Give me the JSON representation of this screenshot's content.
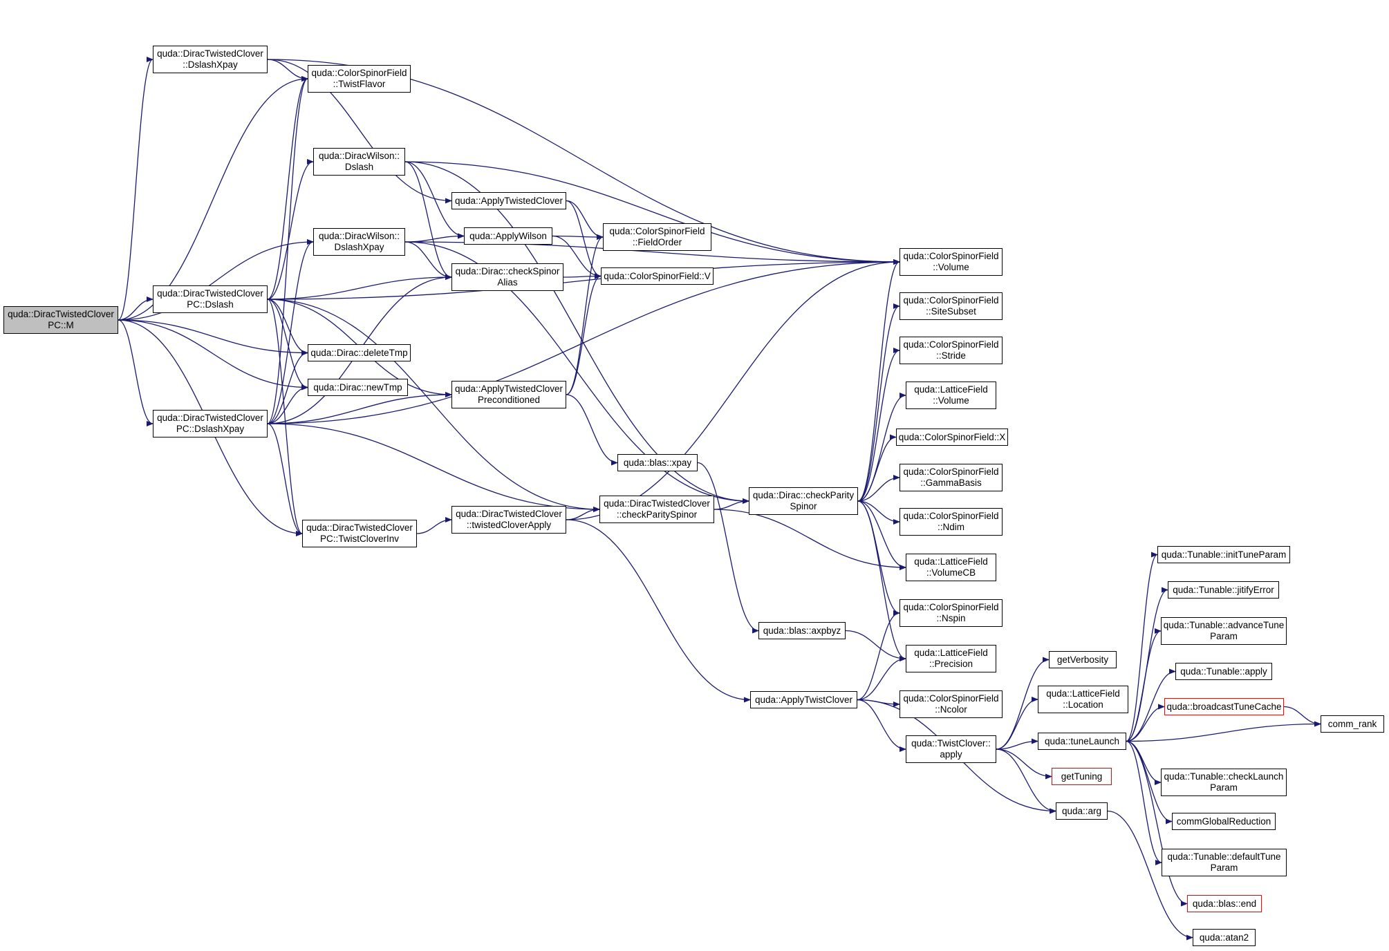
{
  "colors": {
    "edge": "#191970",
    "border": "#000000",
    "truncated_border": "#ff0000",
    "root_fill": "#bfbfbf"
  },
  "nodes": {
    "M": {
      "label": "quda::DiracTwistedClover\nPC::M"
    },
    "dslashxpay_tc": {
      "label": "quda::DiracTwistedClover\n::DslashXpay"
    },
    "twistflavor": {
      "label": "quda::ColorSpinorField\n::TwistFlavor"
    },
    "wilson_dslash": {
      "label": "quda::DiracWilson::\nDslash"
    },
    "wilson_dslashxpay": {
      "label": "quda::DiracWilson::\nDslashXpay"
    },
    "pc_dslash": {
      "label": "quda::DiracTwistedClover\nPC::Dslash"
    },
    "deletetmp": {
      "label": "quda::Dirac::deleteTmp"
    },
    "newtmp": {
      "label": "quda::Dirac::newTmp"
    },
    "pc_dslashxpay": {
      "label": "quda::DiracTwistedClover\nPC::DslashXpay"
    },
    "pc_twistcloverinv": {
      "label": "quda::DiracTwistedClover\nPC::TwistCloverInv"
    },
    "applytwistedclover": {
      "label": "quda::ApplyTwistedClover"
    },
    "applywilson": {
      "label": "quda::ApplyWilson"
    },
    "checkspinoralias": {
      "label": "quda::Dirac::checkSpinor\nAlias"
    },
    "applytcprecond": {
      "label": "quda::ApplyTwistedClover\nPreconditioned"
    },
    "blas_xpay": {
      "label": "quda::blas::xpay"
    },
    "tc_twistedcloverapply": {
      "label": "quda::DiracTwistedClover\n::twistedCloverApply"
    },
    "fieldorder": {
      "label": "quda::ColorSpinorField\n::FieldOrder"
    },
    "csf_v": {
      "label": "quda::ColorSpinorField::V"
    },
    "tc_checkparityspinor": {
      "label": "quda::DiracTwistedClover\n::checkParitySpinor"
    },
    "dirac_checkparityspinor": {
      "label": "quda::Dirac::checkParity\nSpinor"
    },
    "blas_axpbyz": {
      "label": "quda::blas::axpbyz"
    },
    "applytwistclover": {
      "label": "quda::ApplyTwistClover"
    },
    "csf_volume": {
      "label": "quda::ColorSpinorField\n::Volume"
    },
    "csf_sitesubset": {
      "label": "quda::ColorSpinorField\n::SiteSubset"
    },
    "csf_stride": {
      "label": "quda::ColorSpinorField\n::Stride"
    },
    "lf_volume": {
      "label": "quda::LatticeField\n::Volume"
    },
    "csf_x": {
      "label": "quda::ColorSpinorField::X"
    },
    "csf_gammabasis": {
      "label": "quda::ColorSpinorField\n::GammaBasis"
    },
    "csf_ndim": {
      "label": "quda::ColorSpinorField\n::Ndim"
    },
    "lf_volumecb": {
      "label": "quda::LatticeField\n::VolumeCB"
    },
    "csf_nspin": {
      "label": "quda::ColorSpinorField\n::Nspin"
    },
    "lf_precision": {
      "label": "quda::LatticeField\n::Precision"
    },
    "csf_ncolor": {
      "label": "quda::ColorSpinorField\n::Ncolor"
    },
    "twistclover_apply": {
      "label": "quda::TwistClover::\napply"
    },
    "getverbosity": {
      "label": "getVerbosity"
    },
    "lf_location": {
      "label": "quda::LatticeField\n::Location"
    },
    "tunelaunch": {
      "label": "quda::tuneLaunch"
    },
    "gettuning": {
      "label": "getTuning"
    },
    "quda_arg": {
      "label": "quda::arg"
    },
    "quda_atan2": {
      "label": "quda::atan2"
    },
    "inittuneparam": {
      "label": "quda::Tunable::initTuneParam"
    },
    "jitifyerror": {
      "label": "quda::Tunable::jitifyError"
    },
    "advancetuneparam": {
      "label": "quda::Tunable::advanceTune\nParam"
    },
    "tunable_apply": {
      "label": "quda::Tunable::apply"
    },
    "broadcasttunecache": {
      "label": "quda::broadcastTuneCache"
    },
    "checklaunchparam": {
      "label": "quda::Tunable::checkLaunch\nParam"
    },
    "commglobalreduction": {
      "label": "commGlobalReduction"
    },
    "defaulttuneparam": {
      "label": "quda::Tunable::defaultTune\nParam"
    },
    "blas_end": {
      "label": "quda::blas::end"
    },
    "comm_rank": {
      "label": "comm_rank"
    }
  },
  "edges": [
    [
      "M",
      "dslashxpay_tc"
    ],
    [
      "M",
      "twistflavor"
    ],
    [
      "M",
      "wilson_dslashxpay"
    ],
    [
      "M",
      "pc_dslash"
    ],
    [
      "M",
      "deletetmp"
    ],
    [
      "M",
      "newtmp"
    ],
    [
      "M",
      "pc_dslashxpay"
    ],
    [
      "M",
      "pc_twistcloverinv"
    ],
    [
      "dslashxpay_tc",
      "twistflavor"
    ],
    [
      "dslashxpay_tc",
      "applytwistedclover"
    ],
    [
      "dslashxpay_tc",
      "csf_volume"
    ],
    [
      "pc_dslash",
      "twistflavor"
    ],
    [
      "pc_dslash",
      "wilson_dslash"
    ],
    [
      "pc_dslash",
      "checkspinoralias"
    ],
    [
      "pc_dslash",
      "deletetmp"
    ],
    [
      "pc_dslash",
      "newtmp"
    ],
    [
      "pc_dslash",
      "applytcprecond"
    ],
    [
      "pc_dslash",
      "pc_twistcloverinv"
    ],
    [
      "pc_dslash",
      "tc_checkparityspinor"
    ],
    [
      "pc_dslash",
      "csf_volume"
    ],
    [
      "pc_dslashxpay",
      "twistflavor"
    ],
    [
      "pc_dslashxpay",
      "wilson_dslashxpay"
    ],
    [
      "pc_dslashxpay",
      "checkspinoralias"
    ],
    [
      "pc_dslashxpay",
      "deletetmp"
    ],
    [
      "pc_dslashxpay",
      "newtmp"
    ],
    [
      "pc_dslashxpay",
      "applytcprecond"
    ],
    [
      "pc_dslashxpay",
      "pc_twistcloverinv"
    ],
    [
      "pc_dslashxpay",
      "tc_checkparityspinor"
    ],
    [
      "pc_dslashxpay",
      "csf_volume"
    ],
    [
      "wilson_dslash",
      "applywilson"
    ],
    [
      "wilson_dslash",
      "checkspinoralias"
    ],
    [
      "wilson_dslash",
      "dirac_checkparityspinor"
    ],
    [
      "wilson_dslash",
      "csf_volume"
    ],
    [
      "wilson_dslashxpay",
      "applywilson"
    ],
    [
      "wilson_dslashxpay",
      "checkspinoralias"
    ],
    [
      "wilson_dslashxpay",
      "dirac_checkparityspinor"
    ],
    [
      "wilson_dslashxpay",
      "csf_volume"
    ],
    [
      "pc_twistcloverinv",
      "tc_twistedcloverapply"
    ],
    [
      "applytwistedclover",
      "fieldorder"
    ],
    [
      "applytwistedclover",
      "csf_v"
    ],
    [
      "applywilson",
      "fieldorder"
    ],
    [
      "applywilson",
      "csf_v"
    ],
    [
      "checkspinoralias",
      "csf_v"
    ],
    [
      "applytcprecond",
      "fieldorder"
    ],
    [
      "applytcprecond",
      "csf_v"
    ],
    [
      "applytcprecond",
      "blas_xpay"
    ],
    [
      "blas_xpay",
      "blas_axpbyz"
    ],
    [
      "tc_twistedcloverapply",
      "tc_checkparityspinor"
    ],
    [
      "tc_twistedcloverapply",
      "applytwistclover"
    ],
    [
      "tc_twistedcloverapply",
      "csf_volume"
    ],
    [
      "tc_checkparityspinor",
      "dirac_checkparityspinor"
    ],
    [
      "tc_checkparityspinor",
      "lf_volumecb"
    ],
    [
      "dirac_checkparityspinor",
      "csf_volume"
    ],
    [
      "dirac_checkparityspinor",
      "csf_sitesubset"
    ],
    [
      "dirac_checkparityspinor",
      "csf_stride"
    ],
    [
      "dirac_checkparityspinor",
      "lf_volume"
    ],
    [
      "dirac_checkparityspinor",
      "csf_x"
    ],
    [
      "dirac_checkparityspinor",
      "csf_gammabasis"
    ],
    [
      "dirac_checkparityspinor",
      "csf_ndim"
    ],
    [
      "dirac_checkparityspinor",
      "lf_volumecb"
    ],
    [
      "dirac_checkparityspinor",
      "csf_nspin"
    ],
    [
      "dirac_checkparityspinor",
      "lf_precision"
    ],
    [
      "blas_axpbyz",
      "lf_precision"
    ],
    [
      "applytwistclover",
      "csf_nspin"
    ],
    [
      "applytwistclover",
      "lf_precision"
    ],
    [
      "applytwistclover",
      "csf_ncolor"
    ],
    [
      "applytwistclover",
      "twistclover_apply"
    ],
    [
      "applytwistclover",
      "quda_arg"
    ],
    [
      "twistclover_apply",
      "getverbosity"
    ],
    [
      "twistclover_apply",
      "lf_location"
    ],
    [
      "twistclover_apply",
      "tunelaunch"
    ],
    [
      "twistclover_apply",
      "gettuning"
    ],
    [
      "twistclover_apply",
      "quda_arg"
    ],
    [
      "tunelaunch",
      "inittuneparam"
    ],
    [
      "tunelaunch",
      "jitifyerror"
    ],
    [
      "tunelaunch",
      "advancetuneparam"
    ],
    [
      "tunelaunch",
      "tunable_apply"
    ],
    [
      "tunelaunch",
      "broadcasttunecache"
    ],
    [
      "tunelaunch",
      "comm_rank"
    ],
    [
      "tunelaunch",
      "checklaunchparam"
    ],
    [
      "tunelaunch",
      "commglobalreduction"
    ],
    [
      "tunelaunch",
      "defaulttuneparam"
    ],
    [
      "tunelaunch",
      "blas_end"
    ],
    [
      "broadcasttunecache",
      "comm_rank"
    ],
    [
      "quda_arg",
      "quda_atan2"
    ]
  ]
}
